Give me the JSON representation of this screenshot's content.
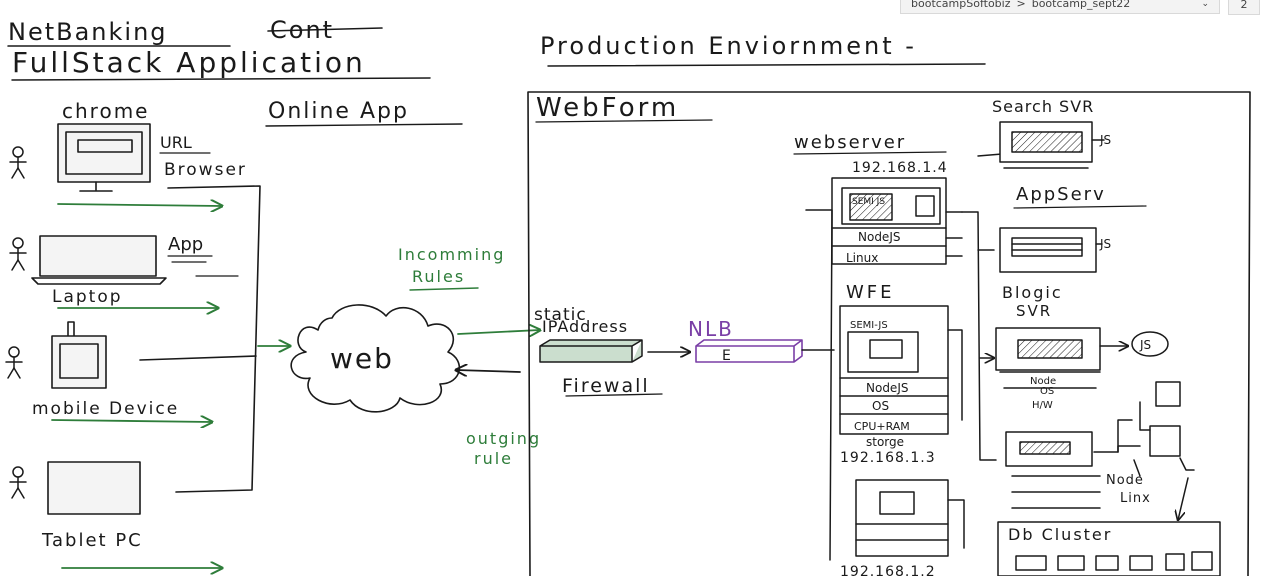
{
  "window": {
    "breadcrumb_notebook": "bootcampSoftobiz",
    "breadcrumb_separator": ">",
    "breadcrumb_section": "bootcamp_sept22",
    "expand_glyph": "⌄",
    "extra_glyph": "2"
  },
  "header": {
    "title_line1": "NetBanking",
    "title_struck": "Cont",
    "title_line2": "FullStack Application",
    "env_title": "Production Enviornment -"
  },
  "clients": {
    "section_label": "Online App",
    "chrome_label": "chrome",
    "url_label": "URL",
    "browser_label": "Browser",
    "app_label": "App",
    "laptop_label": "Laptop",
    "mobile_label": "mobile Device",
    "tablet_label": "Tablet PC"
  },
  "network": {
    "web_label": "web",
    "incoming_line1": "Incomming",
    "incoming_line2": "Rules",
    "outgoing_line1": "outging",
    "outgoing_line2": "rule",
    "static_label": "static",
    "ip_label": "IPAddress",
    "firewall_label": "Firewall",
    "nlb_label": "NLB",
    "nlb_inner": "E"
  },
  "webform": {
    "title": "WebForm",
    "webserver_label": "webserver",
    "webserver_ip": "192.168.1.4",
    "ws_top": "SEMI JS",
    "ws_mid": "NodeJS",
    "ws_os": "Linux",
    "wfe_label": "WFE",
    "wfe_top": "SEMI-JS",
    "wfe_node": "NodeJS",
    "wfe_os": "OS",
    "wfe_hw": "CPU+RAM",
    "wfe_storage": "storge",
    "wfe_ip": "192.168.1.3",
    "third_ip": "192.168.1.2",
    "search_label": "Search SVR",
    "search_js": "JS",
    "appserv_label": "AppServ",
    "appserv_js": "JS",
    "blogic_line1": "Blogic",
    "blogic_line2": "SVR",
    "srv3_js": "JS",
    "srv3_node": "Node",
    "srv3_os": "OS",
    "srv3_hw": "H/W",
    "node_label": "Node",
    "linux_label": "Linx",
    "db_label": "Db Cluster"
  },
  "colors": {
    "ink": "#1a1a1a",
    "green": "#2e7d3a",
    "purple": "#7a3fa6",
    "device_fill": "#f4f4f4"
  }
}
